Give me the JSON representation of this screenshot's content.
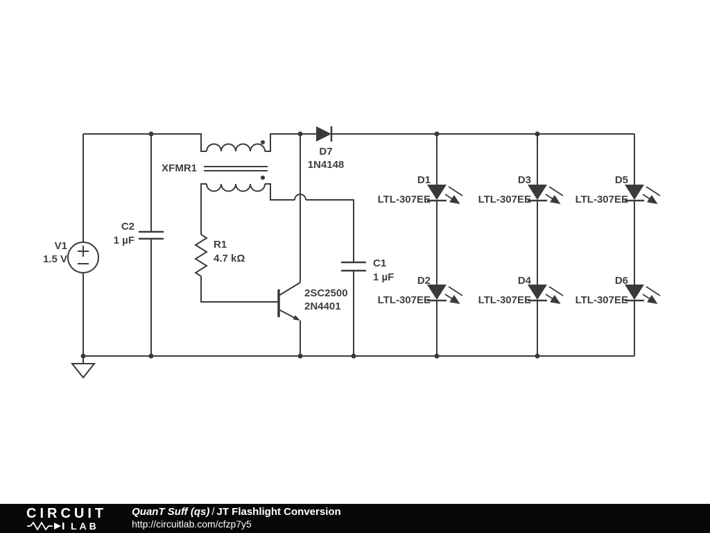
{
  "schematic": {
    "v1": {
      "name": "V1",
      "value": "1.5 V"
    },
    "c2": {
      "name": "C2",
      "value": "1 µF"
    },
    "xfmr1": {
      "name": "XFMR1"
    },
    "r1": {
      "name": "R1",
      "value": "4.7 kΩ"
    },
    "q1": {
      "line1": "2SC2500",
      "line2": "2N4401"
    },
    "d7": {
      "name": "D7",
      "value": "1N4148"
    },
    "c1": {
      "name": "C1",
      "value": "1 µF"
    },
    "leds": [
      {
        "name": "D1",
        "value": "LTL-307EE"
      },
      {
        "name": "D2",
        "value": "LTL-307EE"
      },
      {
        "name": "D3",
        "value": "LTL-307EE"
      },
      {
        "name": "D4",
        "value": "LTL-307EE"
      },
      {
        "name": "D5",
        "value": "LTL-307EE"
      },
      {
        "name": "D6",
        "value": "LTL-307EE"
      }
    ],
    "wire_color": "#3a3a3a",
    "label_color": "#3f3f3f"
  },
  "footer": {
    "brand_top": "CIRCUIT",
    "brand_bottom": "LAB",
    "author": "QuanT Suff (qs)",
    "divider": "/",
    "title": "JT Flashlight Conversion",
    "url": "http://circuitlab.com/cfzp7y5"
  }
}
